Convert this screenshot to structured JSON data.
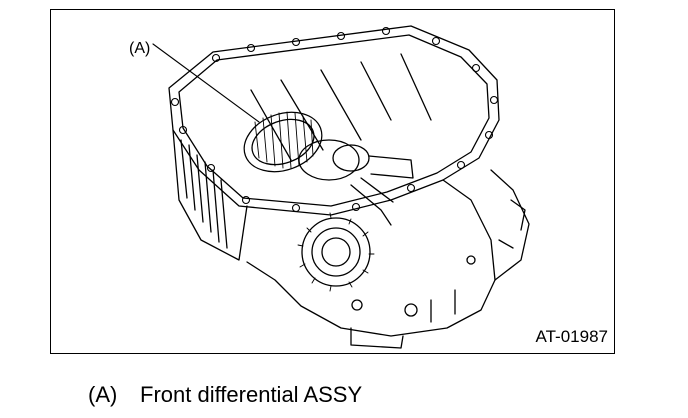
{
  "figure": {
    "callout_label": "(A)",
    "figure_id": "AT-01987",
    "subject_icon": "transmission-case-with-differential"
  },
  "legend": [
    {
      "key": "(A)",
      "text": "Front differential ASSY"
    }
  ]
}
